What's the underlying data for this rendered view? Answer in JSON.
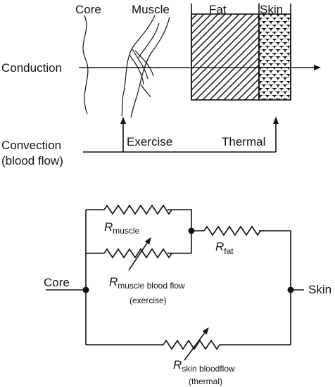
{
  "top_diagram": {
    "labels": {
      "core": "Core",
      "muscle": "Muscle",
      "fat": "Fat",
      "skin": "Skin",
      "conduction": "Conduction",
      "convection_line1": "Convection",
      "convection_line2": "(blood flow)",
      "exercise": "Exercise",
      "thermal": "Thermal"
    }
  },
  "circuit": {
    "labels": {
      "core": "Core",
      "skin": "Skin",
      "r_muscle_main": "R",
      "r_muscle_sub": "muscle",
      "r_fat_main": "R",
      "r_fat_sub": "fat",
      "r_muscle_bloodflow_main": "R",
      "r_muscle_bloodflow_sub": "muscle blood flow",
      "r_muscle_bloodflow_note": "(exercise)",
      "r_skin_bloodflow_main": "R",
      "r_skin_bloodflow_sub": "skin bloodflow",
      "r_skin_bloodflow_note": "(thermal)"
    }
  },
  "colors": {
    "ink": "#111111",
    "background": "#ffffff"
  }
}
